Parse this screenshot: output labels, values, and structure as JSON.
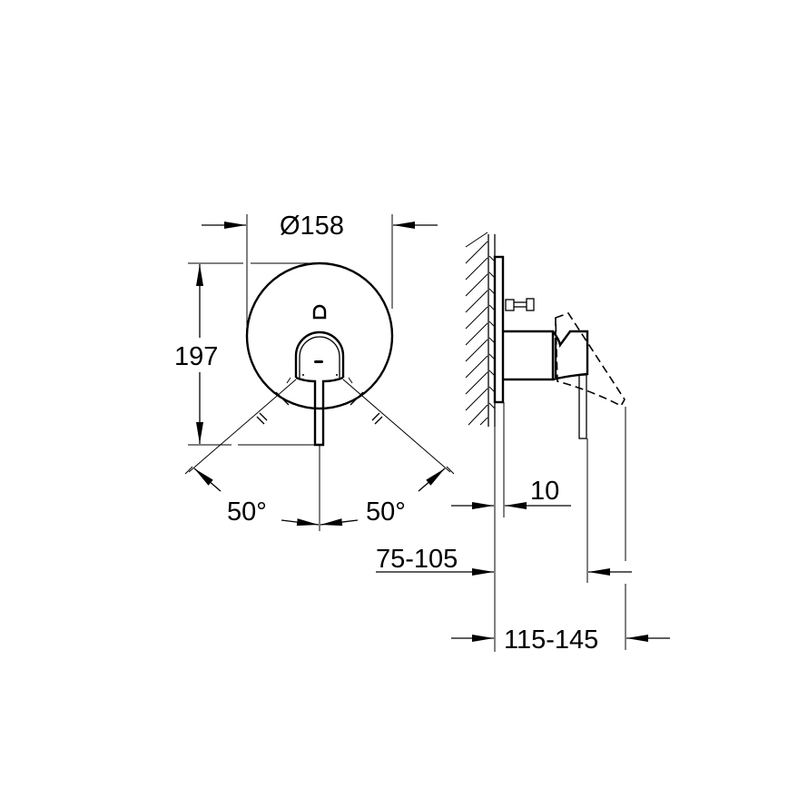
{
  "drawing": {
    "type": "technical-dimension-drawing",
    "views": [
      "front-view",
      "side-view"
    ],
    "line_color": "#000000",
    "background": "#ffffff"
  },
  "front_view": {
    "diameter_label": "Ø158",
    "height_label": "197",
    "angle_left_label": "50°",
    "angle_right_label": "50°"
  },
  "side_view": {
    "projection_label": "10",
    "depth_label": "75-105",
    "total_depth_label": "115-145"
  }
}
